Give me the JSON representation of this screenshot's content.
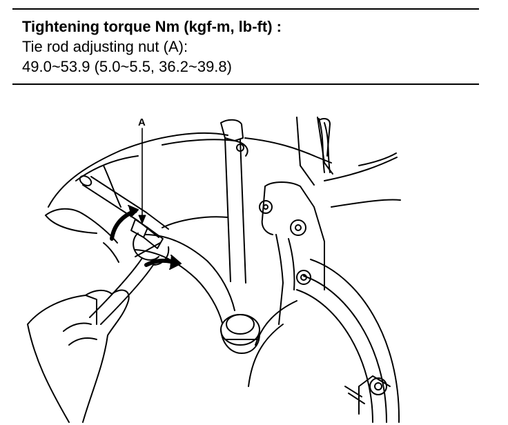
{
  "spec": {
    "heading": "Tightening torque Nm (kgf-m, lb-ft) :",
    "item": "Tie rod adjusting nut (A):",
    "value": "49.0~53.9 (5.0~5.5, 36.2~39.8)"
  },
  "figure": {
    "callout": "A"
  }
}
